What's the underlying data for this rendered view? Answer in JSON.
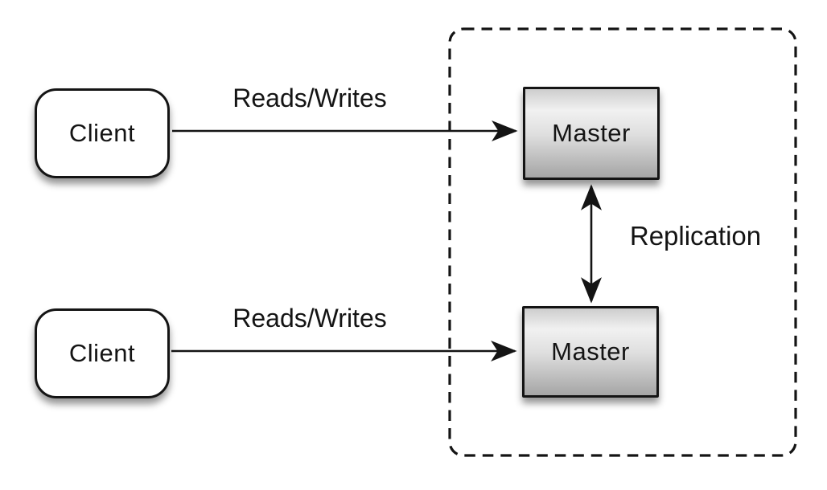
{
  "diagram": {
    "background_color": "#ffffff",
    "line_color": "#141414",
    "cluster": {
      "id": "master-group-boundary",
      "style": "dashed-rounded-rectangle",
      "contains": [
        "master-top",
        "master-bottom"
      ]
    },
    "nodes": [
      {
        "id": "client-top",
        "label": "Client",
        "shape": "rounded-rectangle",
        "fill": "#ffffff"
      },
      {
        "id": "client-bottom",
        "label": "Client",
        "shape": "rounded-rectangle",
        "fill": "#ffffff"
      },
      {
        "id": "master-top",
        "label": "Master",
        "shape": "rectangle",
        "fill_gradient": [
          "#cdcdcd",
          "#f1f1f1",
          "#a5a5a5"
        ]
      },
      {
        "id": "master-bottom",
        "label": "Master",
        "shape": "rectangle",
        "fill_gradient": [
          "#cdcdcd",
          "#f1f1f1",
          "#a5a5a5"
        ]
      }
    ],
    "edges": [
      {
        "id": "edge-reads-writes-top",
        "label": "Reads/Writes",
        "from": "client-top",
        "to": "master-top",
        "direction": "one-way"
      },
      {
        "id": "edge-reads-writes-bottom",
        "label": "Reads/Writes",
        "from": "client-bottom",
        "to": "master-bottom",
        "direction": "one-way"
      },
      {
        "id": "edge-replication",
        "label": "Replication",
        "from": "master-top",
        "to": "master-bottom",
        "direction": "two-way"
      }
    ]
  }
}
